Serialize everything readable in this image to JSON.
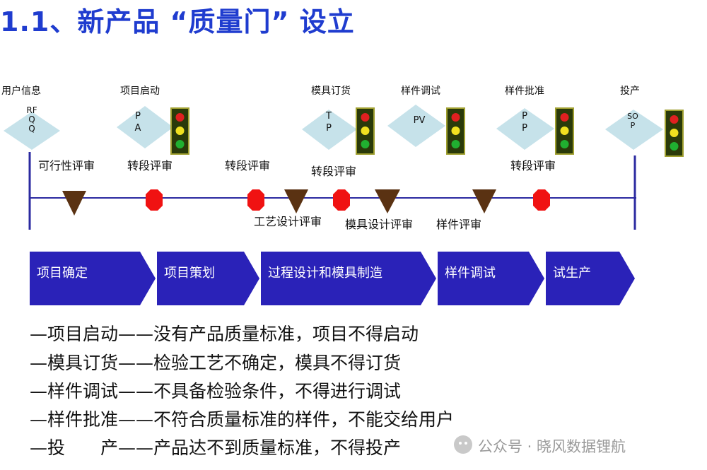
{
  "title": "1.1、新产品 “质量门” 设立",
  "milestones": [
    {
      "label": "用户信息",
      "diamond_text": "RF\nQ\nQ"
    },
    {
      "label": "项目启动",
      "diamond_text": "P\nA"
    },
    {
      "label": "模具订货",
      "diamond_text": "T\nP"
    },
    {
      "label": "样件调试",
      "diamond_text": "PV"
    },
    {
      "label": "样件批准",
      "diamond_text": "P\nP"
    },
    {
      "label": "投产",
      "diamond_text": "SO\nP"
    }
  ],
  "reviews_above": [
    "可行性评审",
    "转段评审",
    "转段评审",
    "转段评审",
    "转段评审"
  ],
  "reviews_below": [
    "工艺设计评审",
    "模具设计评审",
    "样件评审"
  ],
  "phases": [
    "项目确定",
    "项目策划",
    "过程设计和模具制造",
    "样件调试",
    "试生产"
  ],
  "rules": [
    "—项目启动——没有产品质量标准，项目不得启动",
    "—模具订货——检验工艺不确定，模具不得订货",
    "—样件调试——不具备检验条件，不得进行调试",
    "—样件批准——不符合质量标准的样件，不能交给用户",
    "—投　　产——产品达不到质量标准，不得投产"
  ],
  "watermark": "公众号 · 晓风数据锂航",
  "colors": {
    "title": "#1f3ccf",
    "diamond": "#c6e2ea",
    "phase_arrow": "#2a22b8",
    "timeline": "#2b2aa0",
    "review_triangle": "#5a3212",
    "gate_octagon": "#f01212",
    "light_red": "#e02020",
    "light_yellow": "#f0e020",
    "light_green": "#20b030"
  }
}
